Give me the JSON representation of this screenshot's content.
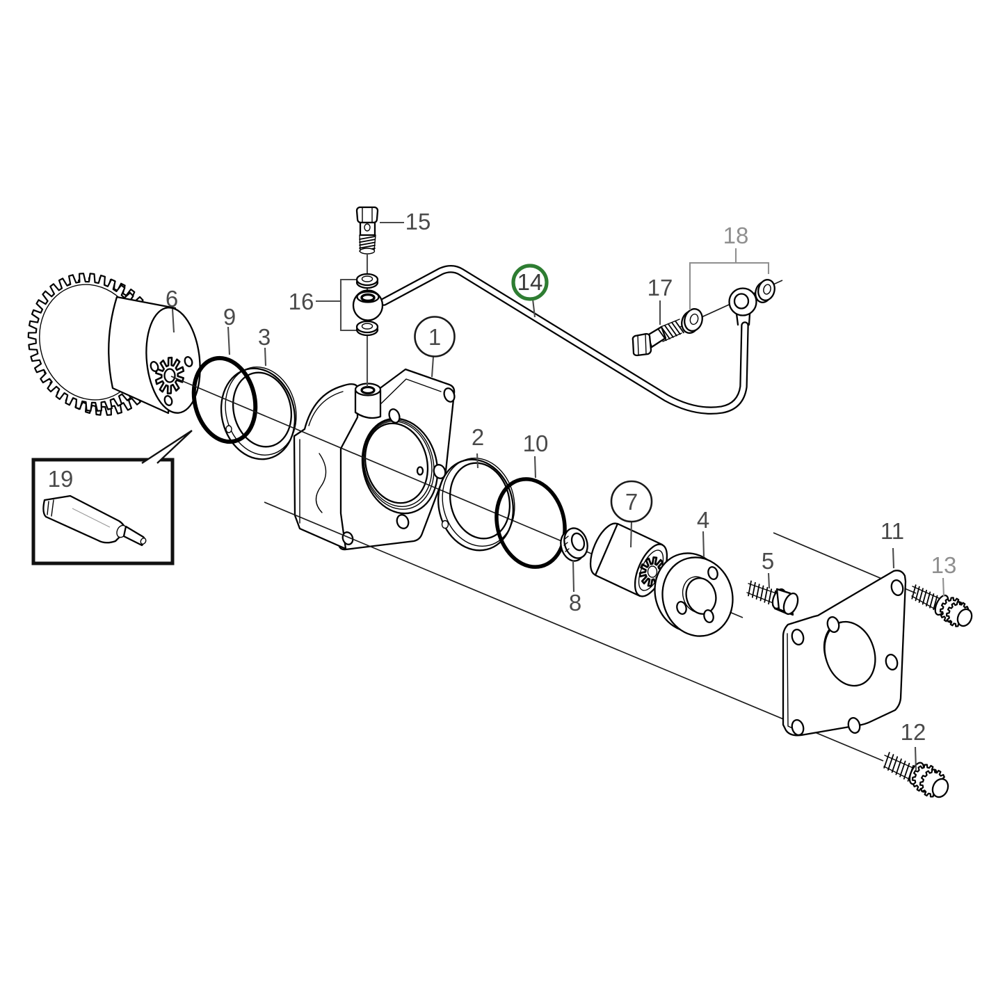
{
  "figure": {
    "type": "exploded-parts-diagram",
    "background": "#ffffff"
  },
  "colors": {
    "ink": "#000000",
    "label": "#4a4a4a",
    "label_muted": "#8f8f8f",
    "highlight": "#2e7d32"
  },
  "callouts": {
    "c1": {
      "label": "1",
      "style": "circled"
    },
    "c2": {
      "label": "2",
      "style": "plain"
    },
    "c3": {
      "label": "3",
      "style": "plain"
    },
    "c4": {
      "label": "4",
      "style": "plain"
    },
    "c5": {
      "label": "5",
      "style": "plain"
    },
    "c6": {
      "label": "6",
      "style": "plain"
    },
    "c7": {
      "label": "7",
      "style": "circled"
    },
    "c8": {
      "label": "8",
      "style": "plain"
    },
    "c9": {
      "label": "9",
      "style": "plain"
    },
    "c10": {
      "label": "10",
      "style": "plain"
    },
    "c11": {
      "label": "11",
      "style": "plain"
    },
    "c12": {
      "label": "12",
      "style": "plain"
    },
    "c13": {
      "label": "13",
      "style": "muted"
    },
    "c14": {
      "label": "14",
      "style": "circled-green"
    },
    "c15": {
      "label": "15",
      "style": "plain"
    },
    "c16": {
      "label": "16",
      "style": "plain"
    },
    "c17": {
      "label": "17",
      "style": "plain"
    },
    "c18": {
      "label": "18",
      "style": "muted"
    },
    "c19": {
      "label": "19",
      "style": "plain"
    }
  }
}
